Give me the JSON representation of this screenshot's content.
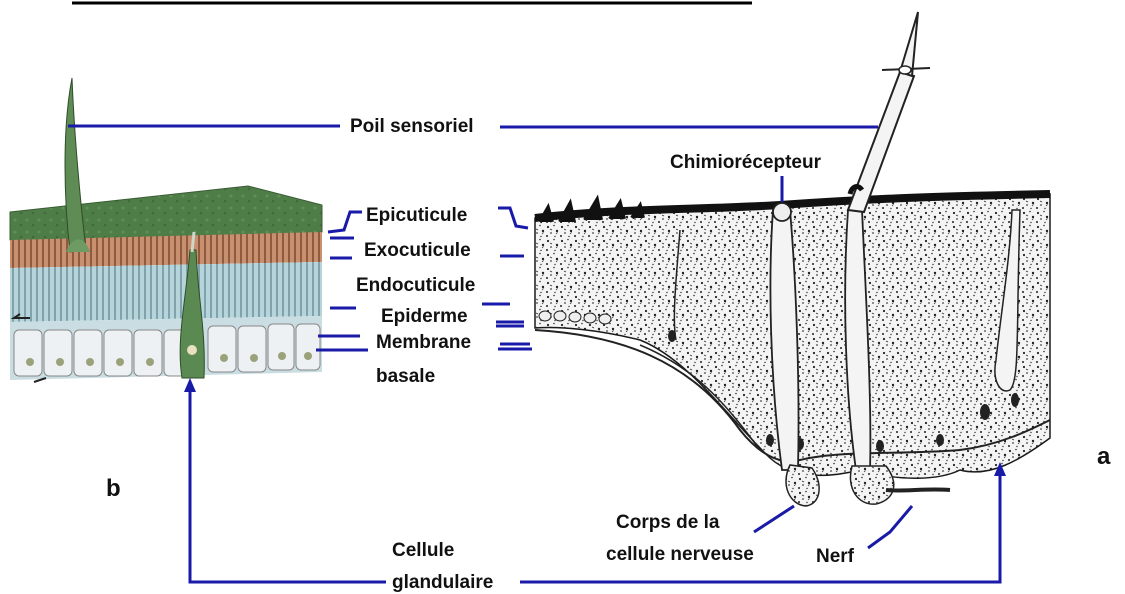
{
  "labels": {
    "poil_sensoriel": "Poil sensoriel",
    "chimiorecepteur": "Chimiorécepteur",
    "epicuticule": "Epicuticule",
    "exocuticule": "Exocuticule",
    "endocuticule": "Endocuticule",
    "epiderme": "Epiderme",
    "membrane": "Membrane",
    "basale": "basale",
    "corps_line1": "Corps de la",
    "corps_line2": "cellule nerveuse",
    "nerf": "Nerf",
    "cellule": "Cellule",
    "glandulaire": "glandulaire",
    "panel_a": "a",
    "panel_b": "b"
  },
  "colors": {
    "leader_lines": "#1a1aa8",
    "cuticle_top": "#4d7a45",
    "cuticle_bands": "#c08a6a",
    "epidermis": "#a8c8d0",
    "basal_cells": "#e4e8ea",
    "section_ink": "#1a1a1a"
  }
}
